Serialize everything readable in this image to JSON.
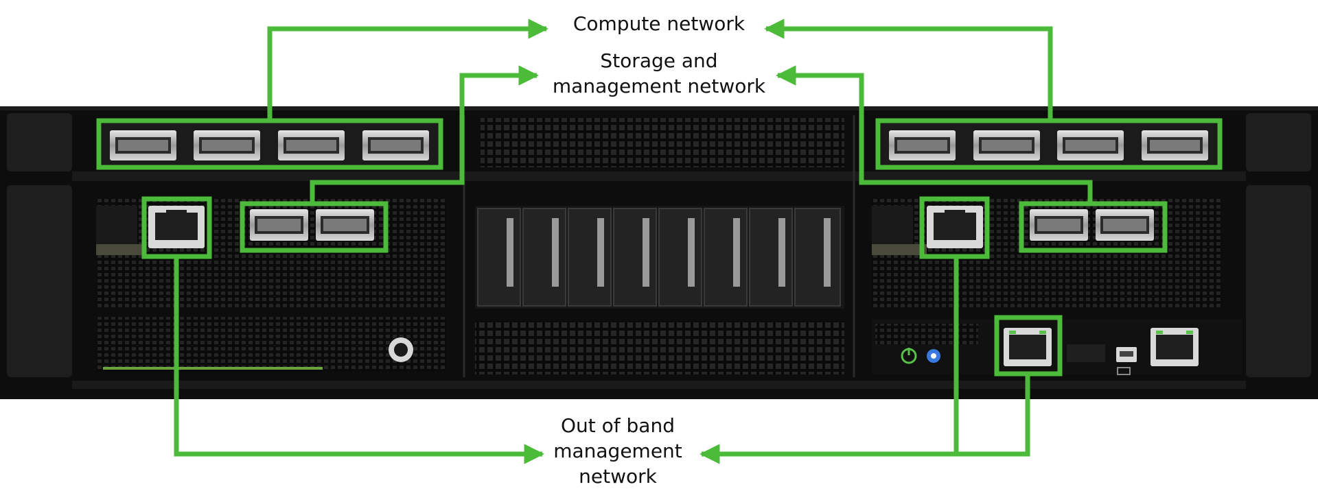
{
  "labels": {
    "compute": [
      "Compute network"
    ],
    "storage": [
      "Storage and",
      "management network"
    ],
    "oob": [
      "Out of band",
      "management",
      "network"
    ]
  },
  "colors": {
    "highlight": "#4dbb3a",
    "chassis": "#0d0d0d",
    "panel": "#141414",
    "port_metal": "#c9c9c9",
    "led_green": "#58c24a",
    "led_blue": "#3a78e0"
  },
  "icons": [
    "power-icon",
    "uid-icon",
    "usb-icon",
    "display-icon",
    "network-icon"
  ]
}
